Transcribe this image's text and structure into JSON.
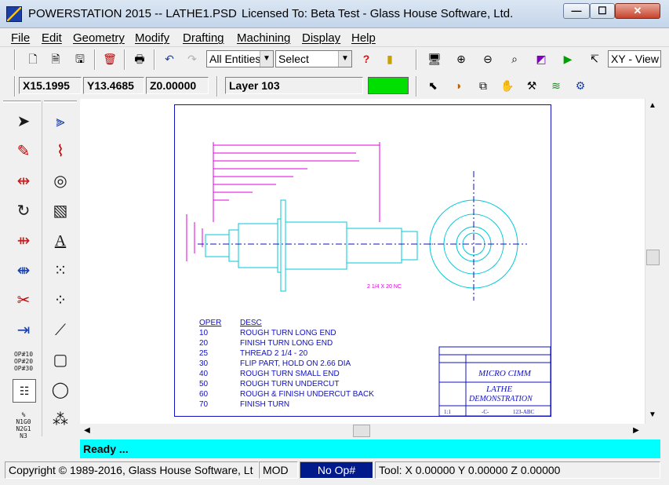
{
  "window": {
    "title": "POWERSTATION 2015 -- LATHE1.PSD",
    "license": "Licensed To: Beta Test - Glass House Software, Ltd.",
    "minimize": "—",
    "maximize": "☐",
    "close": "✕"
  },
  "menu": [
    "File",
    "Edit",
    "Geometry",
    "Modify",
    "Drafting",
    "Machining",
    "Display",
    "Help"
  ],
  "toolbar": {
    "entities_combo": "All Entities",
    "select_combo": "Select",
    "view_combo": "XY - View"
  },
  "coords": {
    "x": "X15.1995",
    "y": "Y13.4685",
    "z": "Z0.00000",
    "layer": "Layer 103",
    "layer_color": "#00e000"
  },
  "palette": {
    "op_labels": "OP#10\nOP#20\nOP#30",
    "nc_labels": "%\nN1G0\nN2G1\nN3"
  },
  "drawing": {
    "thread_note": "2 1/4 X 20 NC",
    "table_header": [
      "OPER",
      "DESC"
    ],
    "operations": [
      {
        "oper": "10",
        "desc": "ROUGH TURN LONG END"
      },
      {
        "oper": "20",
        "desc": "FINISH TURN LONG END"
      },
      {
        "oper": "25",
        "desc": "THREAD 2 1/4 - 20"
      },
      {
        "oper": "30",
        "desc": "FLIP PART, HOLD ON 2.66 DIA"
      },
      {
        "oper": "40",
        "desc": "ROUGH TURN SMALL END"
      },
      {
        "oper": "50",
        "desc": "ROUGH TURN UNDERCUT"
      },
      {
        "oper": "60",
        "desc": "ROUGH & FINISH UNDERCUT BACK"
      },
      {
        "oper": "70",
        "desc": "FINISH TURN"
      }
    ],
    "title_block": {
      "company": "MICRO CIMM",
      "title_line1": "LATHE",
      "title_line2": "DEMONSTRATION",
      "scale": "1:1",
      "rev": "-C-",
      "dwg_no": "123-ABC"
    }
  },
  "status": {
    "ready": "Ready ...",
    "copyright": "Copyright © 1989-2016, Glass House Software, Lt",
    "mode": "MOD",
    "op": "No Op#",
    "tool": "Tool: X 0.00000 Y 0.00000 Z 0.00000"
  },
  "colors": {
    "ready_bar": "#00ffff",
    "op_panel": "#001a8c",
    "drawing_cyan": "#00c8d8",
    "drawing_magenta": "#e000e0",
    "drawing_blue": "#1010c0"
  }
}
